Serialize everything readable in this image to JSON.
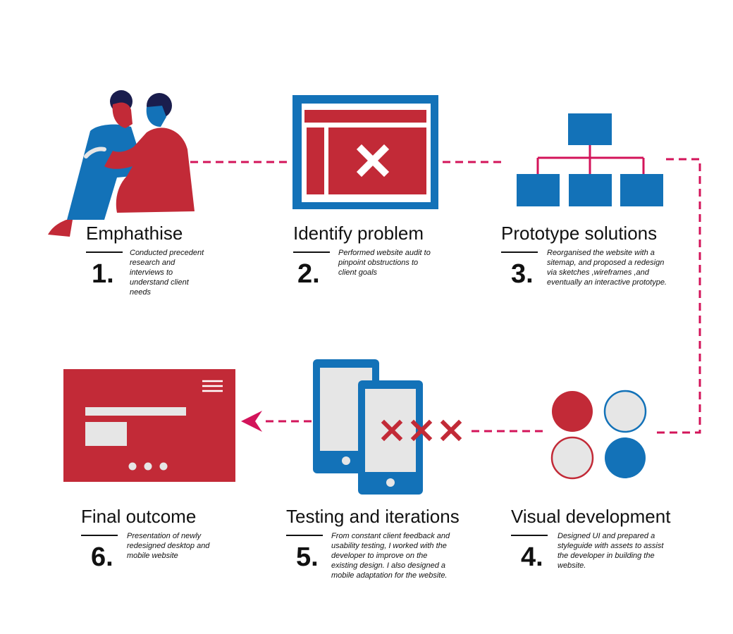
{
  "colors": {
    "red": "#c22a37",
    "blue": "#1372b8",
    "navy": "#1a1d4d",
    "pink": "#d3145a",
    "grey": "#e6e6e6"
  },
  "icons": [
    "people-hugging-icon",
    "browser-error-icon",
    "sitemap-icon",
    "color-palette-icon",
    "phones-testing-icon",
    "desktop-website-icon"
  ],
  "steps": [
    {
      "title": "Emphathise",
      "number": "1.",
      "description": "Conducted precedent research and interviews to understand client needs"
    },
    {
      "title": "Identify problem",
      "number": "2.",
      "description": "Performed website audit to pinpoint obstructions to client goals"
    },
    {
      "title": "Prototype solutions",
      "number": "3.",
      "description": "Reorganised the website with a sitemap, and proposed a redesign via sketches ,wireframes ,and eventually an interactive prototype."
    },
    {
      "title": "Visual development",
      "number": "4.",
      "description": "Designed UI and prepared a styleguide with assets to assist the developer in building the website."
    },
    {
      "title": "Testing and iterations",
      "number": "5.",
      "description": "From constant client feedback and usability testing, I worked with the developer to improve on the existing design. I also designed a mobile adaptation for the website."
    },
    {
      "title": "Final outcome",
      "number": "6.",
      "description": "Presentation of newly redesigned desktop and mobile website"
    }
  ]
}
